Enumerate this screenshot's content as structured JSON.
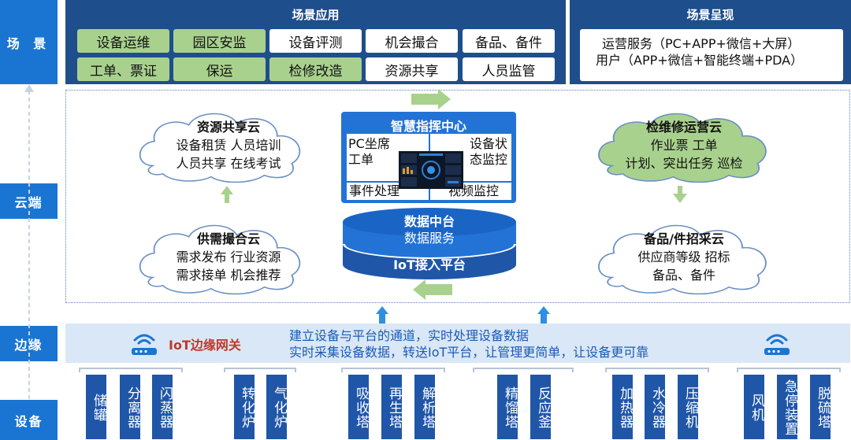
{
  "layers": {
    "scene": "场 景",
    "cloud": "云端",
    "edge": "边缘",
    "device": "设备"
  },
  "top": {
    "app_title": "场景应用",
    "present_title": "场景呈现",
    "apps": [
      "设备运维",
      "园区安监",
      "设备评测",
      "机会撮合",
      "备品、备件",
      "工单、票证",
      "保运",
      "检修改造",
      "资源共享",
      "人员监管"
    ],
    "present_line1": "运营服务（PC+APP+微信+大屏）",
    "present_line2": "用户（APP+微信+智能终端+PDA）"
  },
  "clouds": {
    "share": {
      "title": "资源共享云",
      "line1": "设备租赁  人员培训",
      "line2": "人员共享  在线考试"
    },
    "match": {
      "title": "供需撮合云",
      "line1": "需求发布  行业资源",
      "line2": "需求接单  机会推荐"
    },
    "maint": {
      "title": "检维修运营云",
      "line1": "作业票  工单",
      "line2": "计划、突出任务  巡检"
    },
    "spare": {
      "title": "备品/件招采云",
      "line1": "供应商等级  招标",
      "line2": "备品、备件"
    }
  },
  "center": {
    "title": "智慧指挥中心",
    "q1": "PC坐席\n工单",
    "q2": "设备状\n态监控",
    "q3": "事件处理",
    "q4": "视频监控",
    "data_title": "数据中台",
    "data_sub": "数据服务",
    "iot": "IoT接入平台"
  },
  "edge": {
    "gateway": "IoT边缘网关",
    "line1": "建立设备与平台的通道，实时处理设备数据",
    "line2": "实时采集设备数据，转送IoT平台，让管理更简单，让设备更可靠"
  },
  "devices": [
    "储罐",
    "分离器",
    "闪蒸器",
    "转化炉",
    "气化炉",
    "吸收塔",
    "再生塔",
    "解析塔",
    "精馏塔",
    "反应釜",
    "加热器",
    "水冷器",
    "压缩机",
    "风机",
    "急停装置",
    "脱硫塔"
  ],
  "colors": {
    "dark_blue": "#1f4e8c",
    "layer_blue": "#1a75d2",
    "green": "#a9d18e",
    "device_blue": "#1f56a8",
    "edge_band": "#dae7f6"
  }
}
